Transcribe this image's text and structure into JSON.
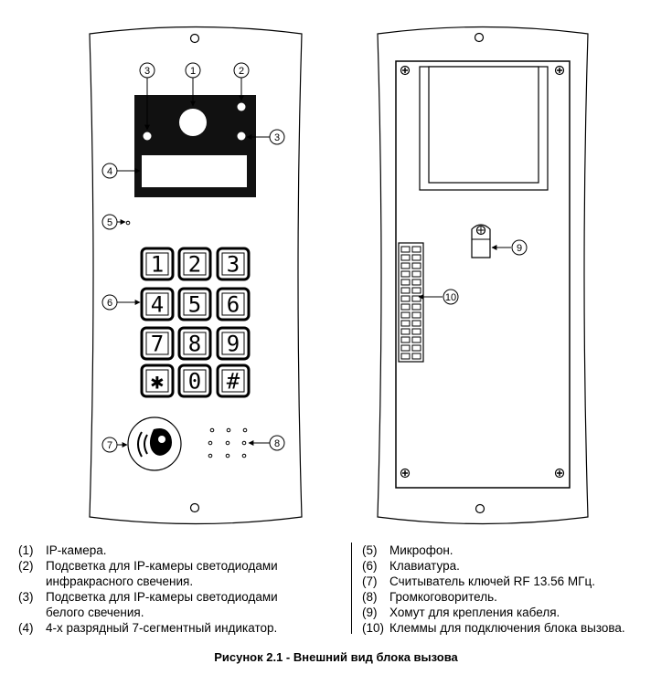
{
  "keypad": {
    "keys": [
      "1",
      "2",
      "3",
      "4",
      "5",
      "6",
      "7",
      "8",
      "9",
      "✱",
      "0",
      "#"
    ]
  },
  "callouts": {
    "front": [
      {
        "number": "1",
        "label": "IP-camera"
      },
      {
        "number": "2",
        "label": "IR LED"
      },
      {
        "number": "3",
        "label": "white LED (top-left)"
      },
      {
        "number": "3",
        "label": "white LED (right)"
      },
      {
        "number": "4",
        "label": "indicator"
      },
      {
        "number": "5",
        "label": "microphone"
      },
      {
        "number": "6",
        "label": "keypad"
      },
      {
        "number": "7",
        "label": "RF reader"
      },
      {
        "number": "8",
        "label": "speaker"
      }
    ],
    "back": [
      {
        "number": "9",
        "label": "cable clamp"
      },
      {
        "number": "10",
        "label": "terminals"
      }
    ]
  },
  "legend": {
    "left": [
      {
        "num": "(1)",
        "text": "IP-камера."
      },
      {
        "num": "(2)",
        "text": "Подсветка для IP-камеры светодиодами\nинфракрасного свечения."
      },
      {
        "num": "(3)",
        "text": "Подсветка для IP-камеры светодиодами\nбелого свечения."
      },
      {
        "num": "(4)",
        "text": "4-х разрядный 7-сегментный индикатор."
      }
    ],
    "right": [
      {
        "num": "(5)",
        "text": "Микрофон."
      },
      {
        "num": "(6)",
        "text": "Клавиатура."
      },
      {
        "num": "(7)",
        "text": "Считыватель ключей RF 13.56 МГц."
      },
      {
        "num": "(8)",
        "text": "Громкоговоритель."
      },
      {
        "num": "(9)",
        "text": "Хомут для крепления кабеля."
      },
      {
        "num": "(10)",
        "text": "Клеммы для подключения блока вызова."
      }
    ]
  },
  "caption": "Рисунок 2.1 - Внешний вид блока вызова"
}
